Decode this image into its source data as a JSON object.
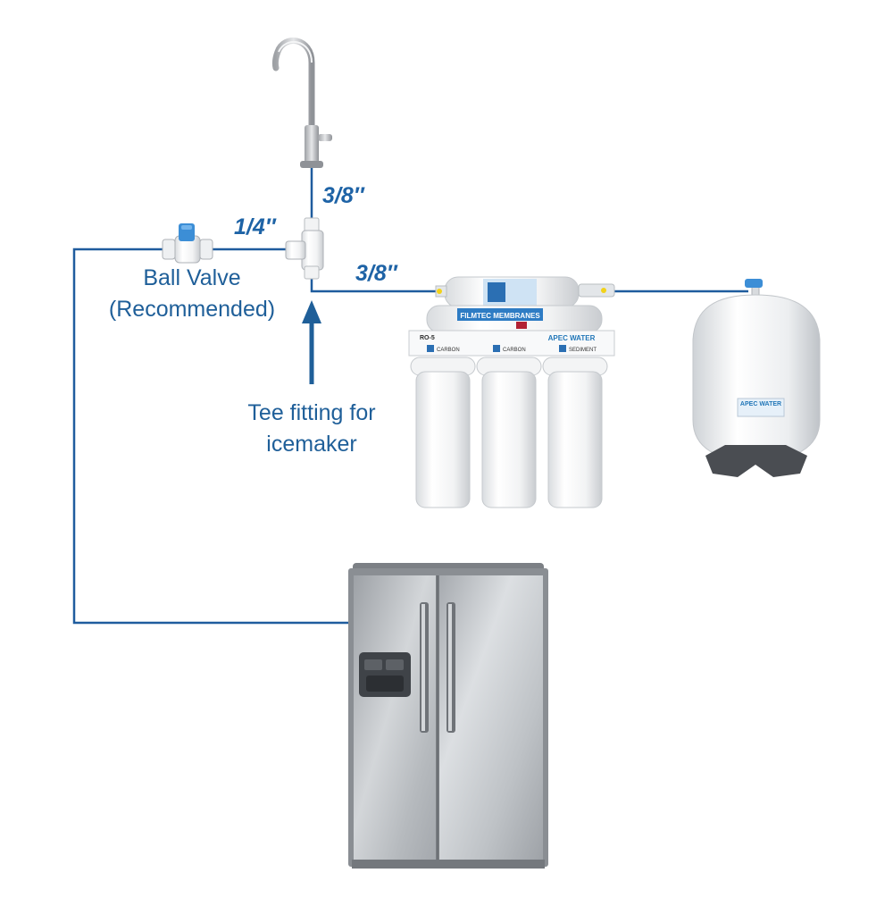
{
  "labels": {
    "faucet_line_size": "3/8″",
    "valve_line_size": "1/4″",
    "system_line_size": "3/8″",
    "ball_valve": "Ball Valve",
    "ball_valve_note": "(Recommended)",
    "tee_line1": "Tee fitting for",
    "tee_line2": "icemaker"
  },
  "product_text": {
    "membrane_label": "FILMTEC MEMBRANES",
    "system_brand": "APEC WATER",
    "system_model": "RO-5",
    "stage1": "CARBON",
    "stage2": "CARBON",
    "stage3": "SEDIMENT",
    "tank_brand": "APEC WATER"
  },
  "colors": {
    "water_line": "#1f5c9e",
    "label_blue": "#1f5f99",
    "steel": "#a9adb2"
  },
  "icons": [
    "faucet-icon",
    "tee-fitting-icon",
    "ball-valve-icon",
    "ro-system-icon",
    "storage-tank-icon",
    "refrigerator-icon",
    "arrow-up-icon"
  ]
}
